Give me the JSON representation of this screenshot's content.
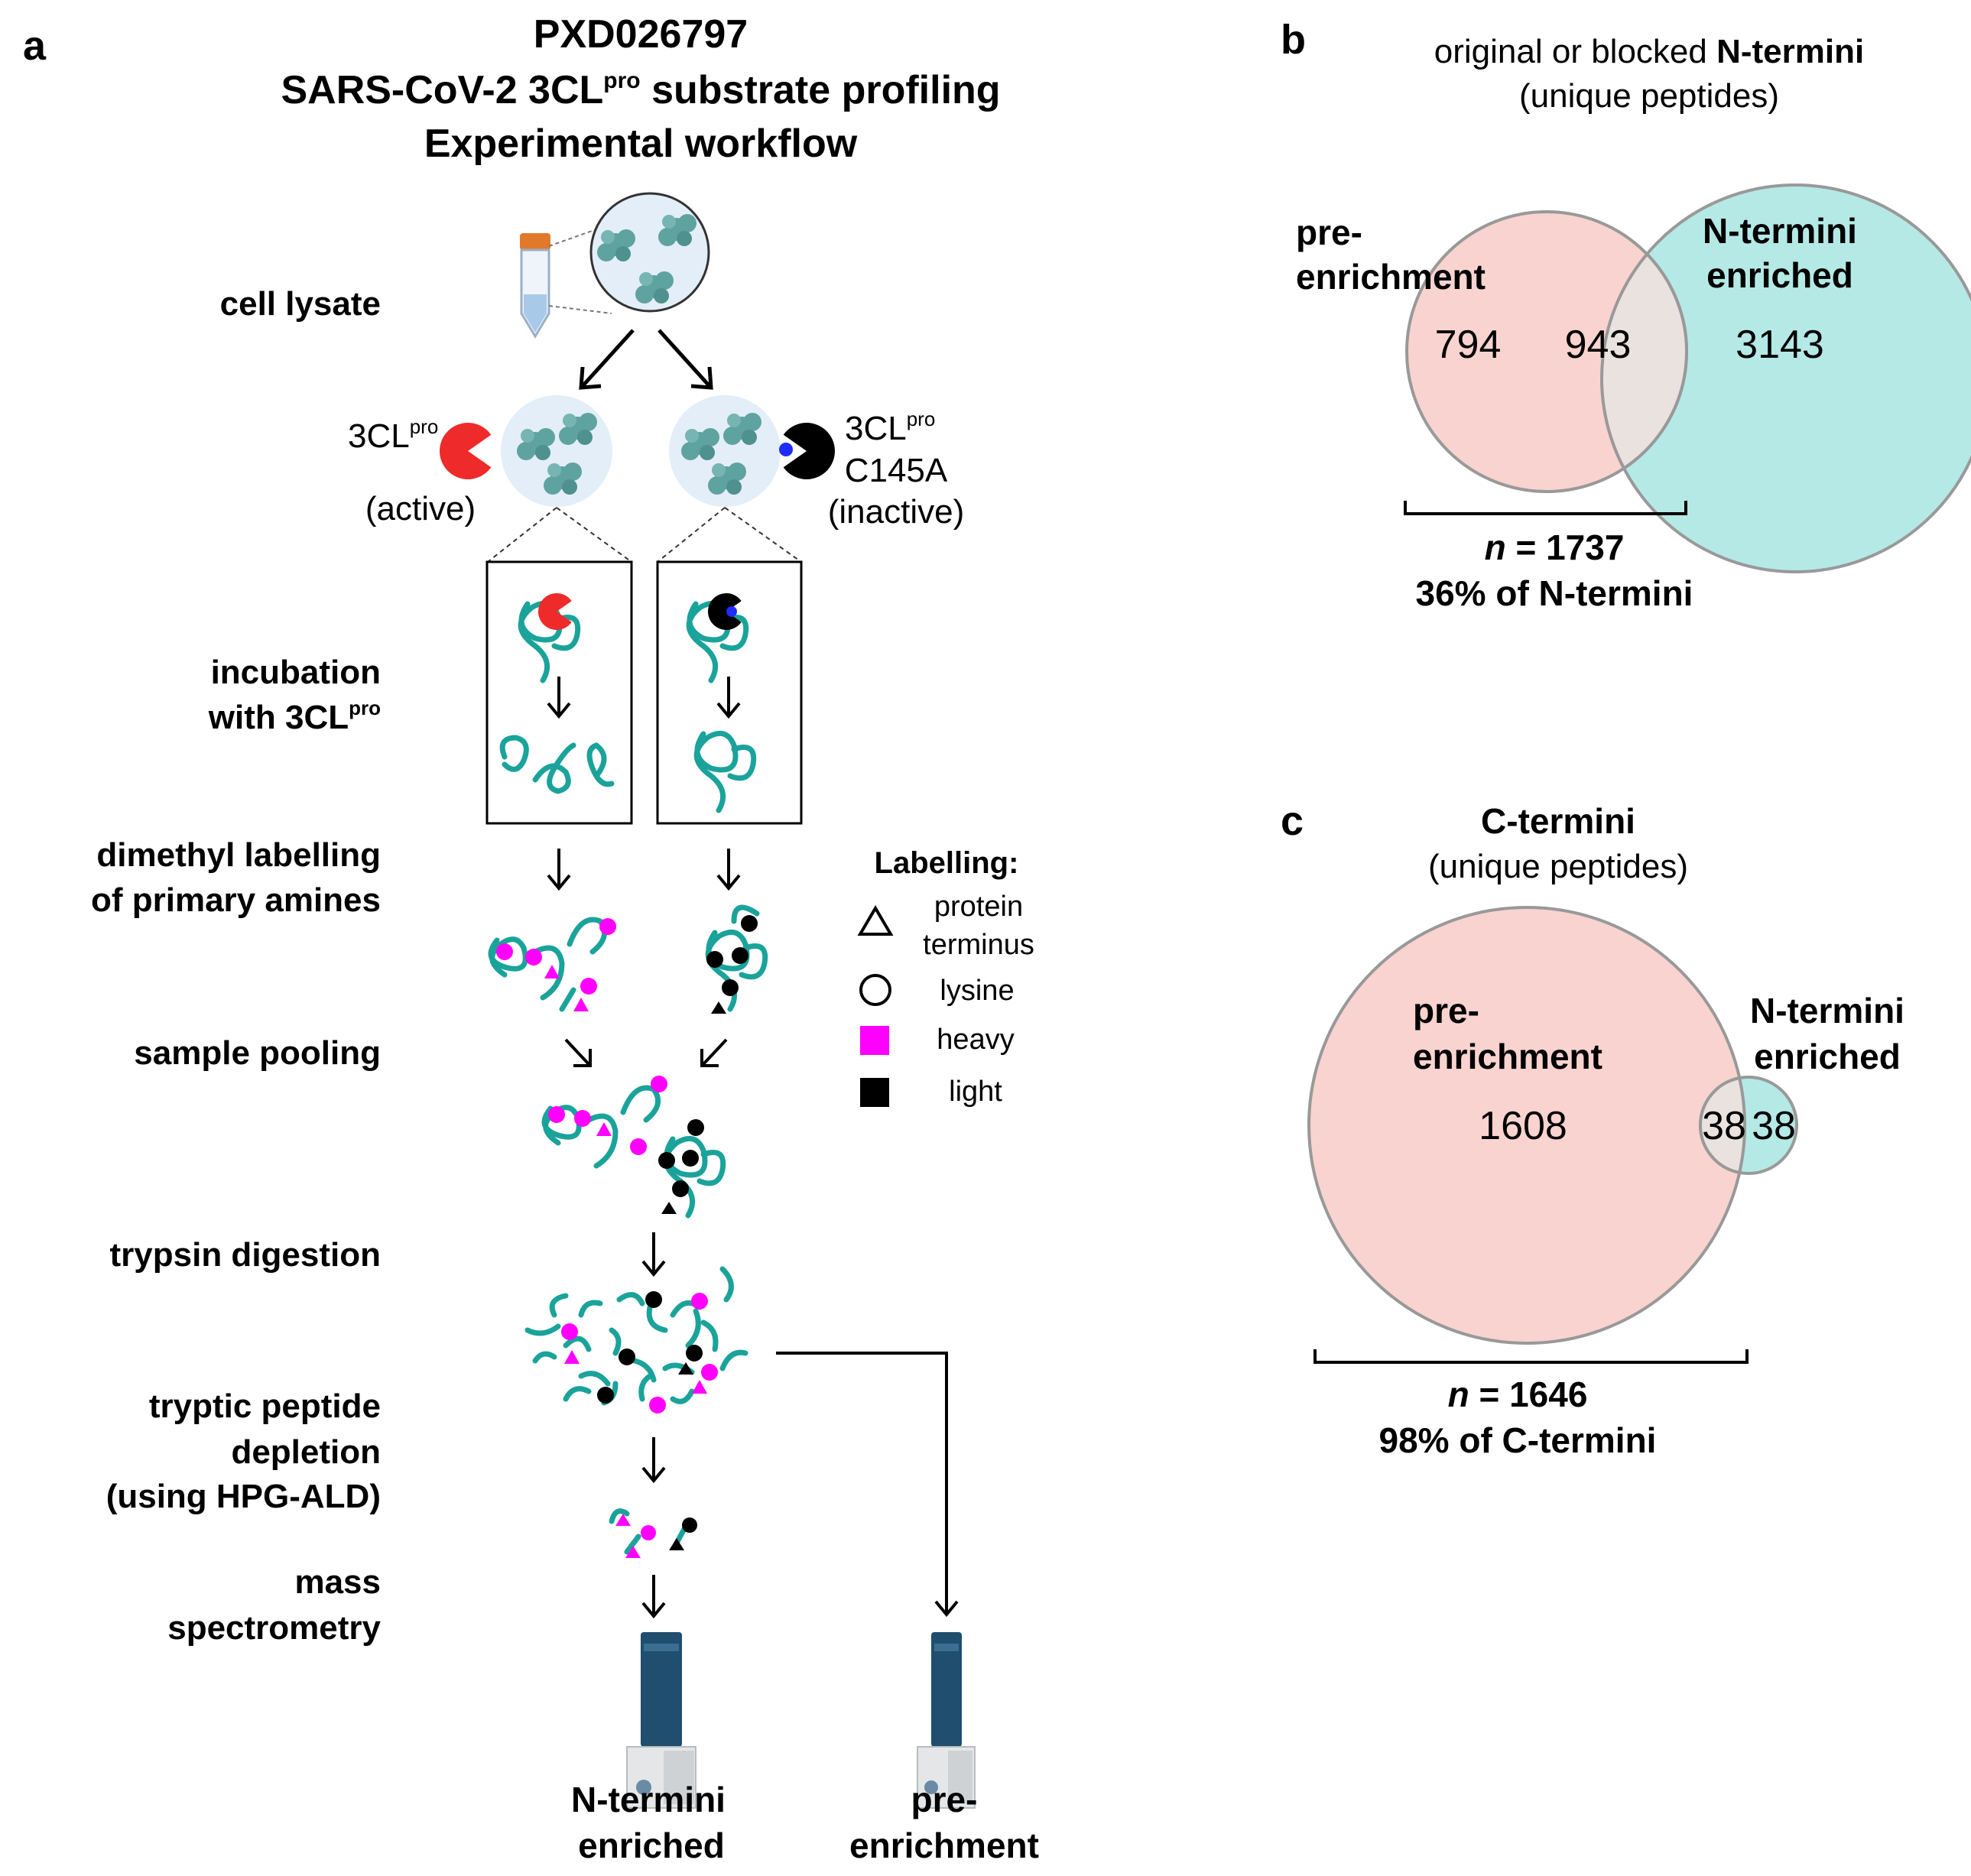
{
  "panel_a": {
    "letter": "a",
    "title": {
      "line1": "PXD026797",
      "line2_pre": "SARS-CoV-2 3CL",
      "line2_sup": "pro",
      "line2_post": " substrate profiling",
      "line3": "Experimental workflow"
    },
    "steps": {
      "cell_lysate": "cell lysate",
      "incubation_1": "incubation",
      "incubation_2_pre": "with 3CL",
      "incubation_2_sup": "pro",
      "dimethyl_1": "dimethyl labelling",
      "dimethyl_2": "of primary amines",
      "pooling": "sample pooling",
      "trypsin": "trypsin digestion",
      "depletion_1": "tryptic peptide",
      "depletion_2": "depletion",
      "depletion_3": "(using HPG-ALD)",
      "ms_1": "mass",
      "ms_2": "spectrometry"
    },
    "enzyme_active": {
      "name": "3CL",
      "sup": "pro",
      "state": "(active)",
      "color": "#ee2a2a"
    },
    "enzyme_inactive": {
      "name": "3CL",
      "sup": "pro",
      "mutant": "C145A",
      "state": "(inactive)",
      "color": "#000000"
    },
    "legend": {
      "title": "Labelling:",
      "protein_terminus_1": "protein",
      "protein_terminus_2": "terminus",
      "lysine": "lysine",
      "heavy": "heavy",
      "light": "light",
      "heavy_color": "#ff00ff",
      "light_color": "#000000"
    },
    "outputs": {
      "enriched_1": "N-termini",
      "enriched_2": "enriched",
      "pre_1": "pre-",
      "pre_2": "enrichment"
    },
    "peptide_color": "#1aa39a"
  },
  "panel_b": {
    "letter": "b",
    "title_pre": "original or blocked ",
    "title_bold": "N-termini",
    "subtitle": "(unique peptides)",
    "left_label_1": "pre-",
    "left_label_2": "enrichment",
    "right_label_1": "N-termini",
    "right_label_2": "enriched",
    "left_only": "794",
    "overlap": "943",
    "right_only": "3143",
    "n_italic": "n",
    "n_value": " = 1737",
    "percent": "36% of N-termini",
    "left_color": "#f9d3cf",
    "right_color": "#b4e9e6",
    "overlap_color": "#e9e2df"
  },
  "panel_c": {
    "letter": "c",
    "title": "C-termini",
    "subtitle": "(unique peptides)",
    "left_label_1": "pre-",
    "left_label_2": "enrichment",
    "right_label_1": "N-termini",
    "right_label_2": "enriched",
    "left_only": "1608",
    "overlap": "38",
    "right_only": "38",
    "n_italic": "n",
    "n_value": " = 1646",
    "percent": "98% of C-termini",
    "left_color": "#f9d3cf",
    "right_color": "#b4e9e6",
    "overlap_color": "#e9e2df"
  }
}
